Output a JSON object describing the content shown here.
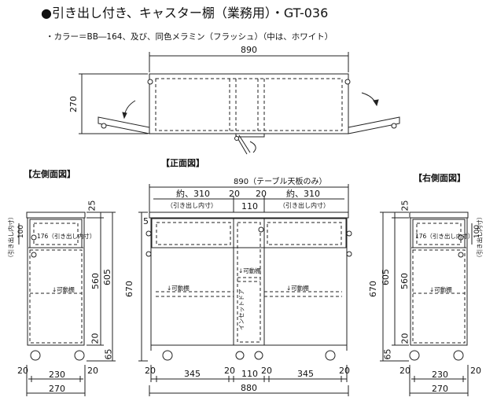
{
  "title": "●引き出し付き、キャスター棚（業務用）・GT-036",
  "spec": "・カラー＝BB―164、及び、同色メラミン（フラッシュ）（中は、ホワイト）",
  "top_view": {
    "width": "890",
    "depth": "270"
  },
  "sections": {
    "left": "【左側面図】",
    "front": "【正面図】",
    "right": "【右側面図】"
  },
  "front": {
    "top_width": "890（テーブル天板のみ）",
    "drawer_left": "約、310",
    "drawer_right": "約、310",
    "gap1": "20",
    "gap2": "20",
    "center_w": "110",
    "drawer_note": "（引き出し内寸）",
    "dim_5": "5",
    "height": "670",
    "adj_shelf": "↓可動棚",
    "inset_door": "インセットドア",
    "bottom": [
      "20",
      "345",
      "20",
      "110",
      "20",
      "345",
      "20"
    ],
    "total": "880"
  },
  "side": {
    "h25": "25",
    "h100": "100",
    "drawer_inner": "176（引き出し内寸）",
    "drawer_note_v": "（引き出し内寸）",
    "h560": "560",
    "h605": "605",
    "h670": "670",
    "h20": "20",
    "h65": "65",
    "b20a": "20",
    "b230": "230",
    "b20b": "20",
    "b270": "270",
    "adj_shelf": "↓可動棚"
  }
}
